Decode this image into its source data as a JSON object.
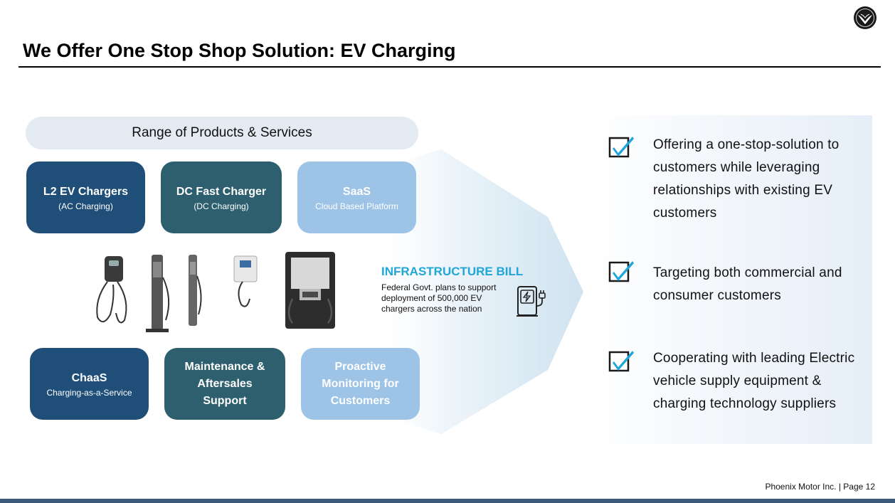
{
  "header": {
    "title": "We Offer One Stop Shop Solution: EV Charging",
    "logo_icon": "phoenix-logo-icon"
  },
  "range_banner": "Range of Products & Services",
  "top_boxes": [
    {
      "main": "L2 EV Chargers",
      "sub": "(AC Charging)",
      "color": "#1f4e79"
    },
    {
      "main": "DC Fast Charger",
      "sub": "(DC Charging)",
      "color": "#2e5f6e"
    },
    {
      "main": "SaaS",
      "sub": "Cloud Based Platform",
      "color": "#9dc3e6"
    }
  ],
  "bottom_boxes": [
    {
      "main": "ChaaS",
      "sub": "Charging-as-a-Service",
      "color": "#1f4e79"
    },
    {
      "main": "Maintenance & Aftersales Support",
      "sub": "",
      "color": "#2e5f6e"
    },
    {
      "main": "Proactive Monitoring for Customers",
      "sub": "",
      "color": "#9dc3e6"
    }
  ],
  "infrastructure": {
    "title": "INFRASTRUCTURE BILL",
    "text": "Federal Govt. plans to support deployment of 500,000 EV chargers across the nation",
    "title_color": "#1ea7d8",
    "icon": "ev-charging-station-icon"
  },
  "points": [
    {
      "text": "Offering a one-stop-solution to customers while leveraging relationships with existing EV customers",
      "icon": "checkbox-checked-icon"
    },
    {
      "text": "Targeting both commercial and consumer customers",
      "icon": "checkbox-checked-icon"
    },
    {
      "text": "Cooperating with leading Electric vehicle supply equipment & charging technology suppliers",
      "icon": "checkbox-checked-icon"
    }
  ],
  "footer": {
    "text": "Phoenix Motor Inc. | Page 12",
    "bar_color": "#3b5a7a"
  },
  "colors": {
    "check_blue": "#1ea7d8",
    "accent_dark": "#1f4e79"
  }
}
